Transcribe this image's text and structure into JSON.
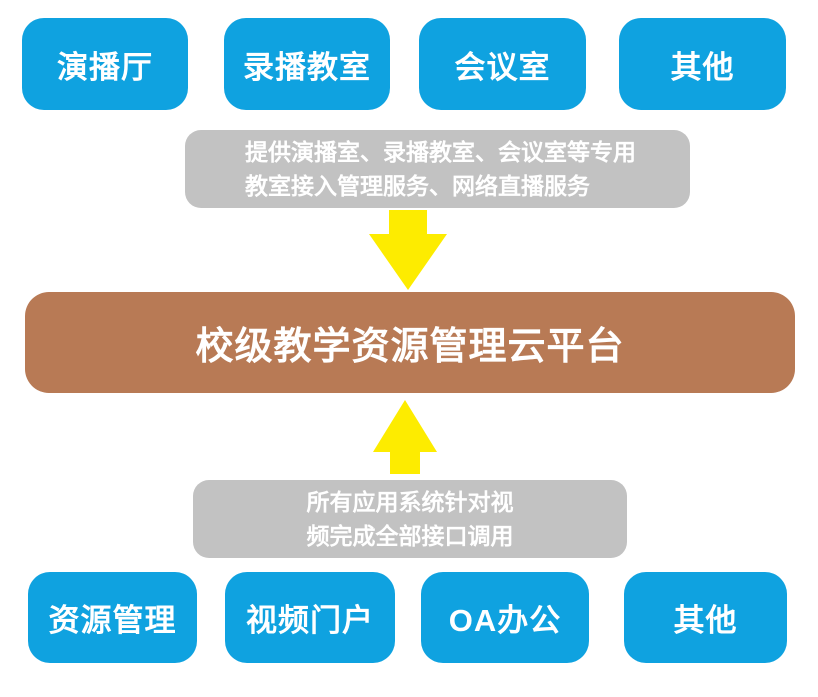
{
  "colors": {
    "blue": "#0fa2e0",
    "gray": "#c2c2c2",
    "brown": "#b87a55",
    "yellow": "#fdec00",
    "white": "#ffffff"
  },
  "top_row": [
    {
      "label": "演播厅"
    },
    {
      "label": "录播教室"
    },
    {
      "label": "会议室"
    },
    {
      "label": "其他"
    }
  ],
  "top_note": {
    "line1": "提供演播室、录播教室、会议室等专用",
    "line2": "教室接入管理服务、网络直播服务"
  },
  "platform": {
    "label": "校级教学资源管理云平台"
  },
  "bottom_note": {
    "line1": "所有应用系统针对视",
    "line2": "频完成全部接口调用"
  },
  "bottom_row": [
    {
      "label": "资源管理"
    },
    {
      "label": "视频门户"
    },
    {
      "label": "OA办公"
    },
    {
      "label": "其他"
    }
  ]
}
